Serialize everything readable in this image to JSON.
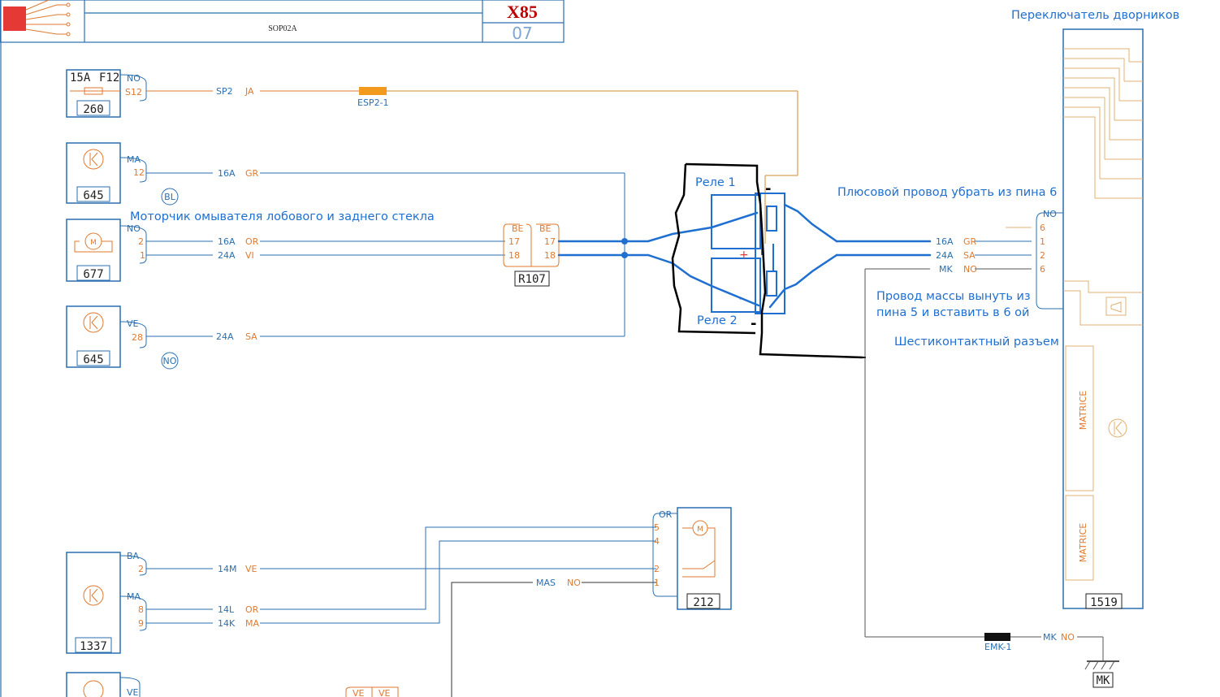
{
  "title_block": {
    "doc": "SOP02A",
    "code": "X85",
    "sheet": "07"
  },
  "annotations": {
    "wiper_switch": "Переключатель дворников",
    "washer_motor": "Моторчик омывателя лобового и заднего стекла",
    "plus_wire": "Плюсовой провод убрать из пина 6",
    "ground_wire_1": "Провод массы вынуть из",
    "ground_wire_2": "пина 5 и вставить в 6 ой",
    "six_pin": "Шестиконтактный разъем",
    "relay1": "Реле 1",
    "relay2": "Реле 2",
    "minus1": "-",
    "minus2": "-",
    "minus3": "-",
    "plus": "+"
  },
  "components": {
    "c260": "260",
    "c645a": "645",
    "c677": "677",
    "c645b": "645",
    "r107": "R107",
    "c1337": "1337",
    "c212": "212",
    "c1519": "1519",
    "mk": "MK",
    "fuse_rating": "15A",
    "fuse_id": "F12",
    "matrice": "MATRICE",
    "bl": "BL",
    "no_circle": "NO"
  },
  "connectors": {
    "c260_color": "NO",
    "c260_pin": "S12",
    "c645a_color": "MA",
    "c645a_pin": "12",
    "c677_color": "NO",
    "c677_pin1": "2",
    "c677_pin2": "1",
    "c645b_color": "VE",
    "c645b_pin": "28",
    "r107_l": "BE",
    "r107_r": "BE",
    "r107_p17": "17",
    "r107_p18": "18",
    "c1337_c1": "BA",
    "c1337_p2": "2",
    "c1337_c2": "MA",
    "c1337_p8": "8",
    "c1337_p9": "9",
    "c212_color": "OR",
    "c212_p5": "5",
    "c212_p4": "4",
    "c212_p2": "2",
    "c212_p1": "1",
    "c1519_color": "NO",
    "c1519_p6a": "6",
    "c1519_p1": "1",
    "c1519_p2": "2",
    "c1519_p6b": "6",
    "bottom_ve": "VE"
  },
  "wires": {
    "w1_code": "SP2",
    "w1_color": "JA",
    "splice1": "ESP2-1",
    "w2_code": "16A",
    "w2_color": "GR",
    "w3_code": "16A",
    "w3_color": "OR",
    "w4_code": "24A",
    "w4_color": "VI",
    "w5_code": "24A",
    "w5_color": "SA",
    "w6_code": "16A",
    "w6_color": "GR",
    "w7_code": "24A",
    "w7_color": "SA",
    "w8_code": "MK",
    "w8_color": "NO",
    "w9_code": "14M",
    "w9_color": "VE",
    "w10_code": "14L",
    "w10_color": "OR",
    "w11_code": "14K",
    "w11_color": "MA",
    "w12_code": "MAS",
    "w12_color": "NO",
    "w13_code": "MK",
    "w13_color": "NO",
    "splice2": "EMK-1"
  },
  "colors": {
    "wire": "#2a6fb0",
    "pin": "#e07a2f",
    "drawn_blue": "#1f6fd0",
    "drawn_black": "#000000",
    "title_red": "#c00000"
  }
}
